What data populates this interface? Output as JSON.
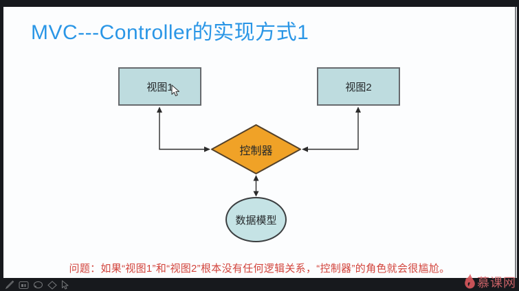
{
  "title": "MVC---Controller的实现方式1",
  "diagram": {
    "view1": "视图1",
    "view2": "视图2",
    "controller": "控制器",
    "model": "数据模型",
    "connections": [
      {
        "from": "view1",
        "to": "controller",
        "style": "elbow",
        "bidirectional": true
      },
      {
        "from": "view2",
        "to": "controller",
        "style": "elbow",
        "bidirectional": true
      },
      {
        "from": "controller",
        "to": "model",
        "style": "straight",
        "bidirectional": true
      }
    ]
  },
  "note": "问题：如果“视图1”和“视图2”根本没有任何逻辑关系，“控制器”的角色就会很尴尬。",
  "watermark": {
    "brand": "慕课网",
    "icon": "flame-icon"
  },
  "toolbar": {
    "icons": [
      "pencil-icon",
      "snapshot-icon",
      "ellipse-tool-icon",
      "eraser-icon",
      "cursor-tool-icon"
    ]
  },
  "colors": {
    "title_blue": "#2a96e6",
    "note_red": "#d2443c",
    "rect_fill": "#bedcdf",
    "ellipse_fill": "#c5e3e5",
    "diamond_fill": "#f0a227",
    "letterbox": "#17191d",
    "brand_pink": "#dd6a6f"
  }
}
